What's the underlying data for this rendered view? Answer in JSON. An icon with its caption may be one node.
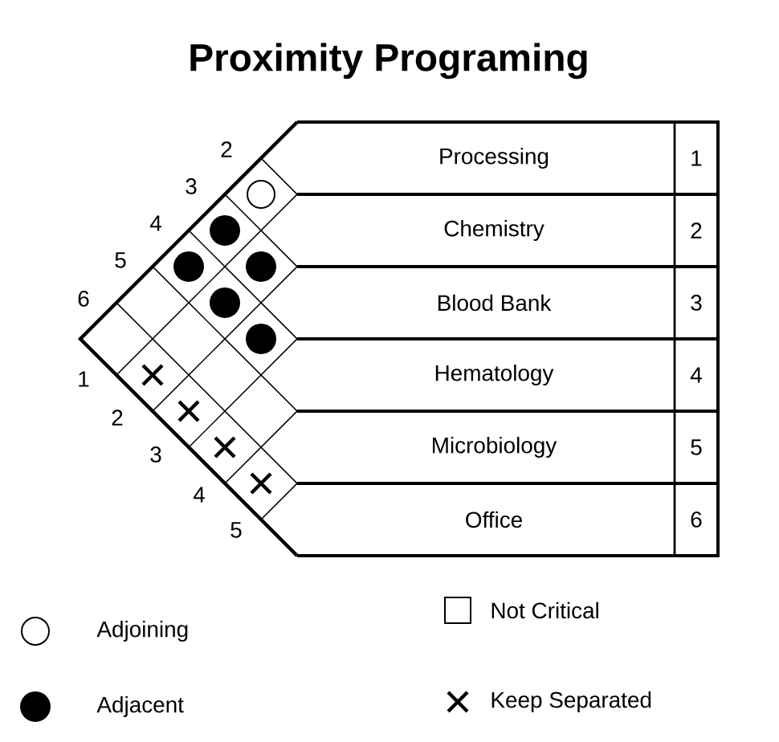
{
  "diagram": {
    "title": "Proximity Programing",
    "nodes": [
      {
        "text": [
          "Processing",
          "1"
        ]
      },
      {
        "text": [
          "Chemistry",
          "2"
        ]
      },
      {
        "text": [
          "Blood Bank",
          "3"
        ]
      },
      {
        "text": [
          "Hematology",
          "4"
        ]
      },
      {
        "text": [
          "Microbiology",
          "5"
        ]
      },
      {
        "text": [
          "Office",
          "6"
        ]
      }
    ],
    "labels": [
      "2",
      "3",
      "4",
      "5",
      "6",
      "1",
      "2",
      "3",
      "4",
      "5"
    ],
    "legend": [
      {
        "text": "Adjoining"
      },
      {
        "text": "Not Critical"
      },
      {
        "text": "Adjacent"
      },
      {
        "text": "Keep Separated"
      }
    ]
  }
}
